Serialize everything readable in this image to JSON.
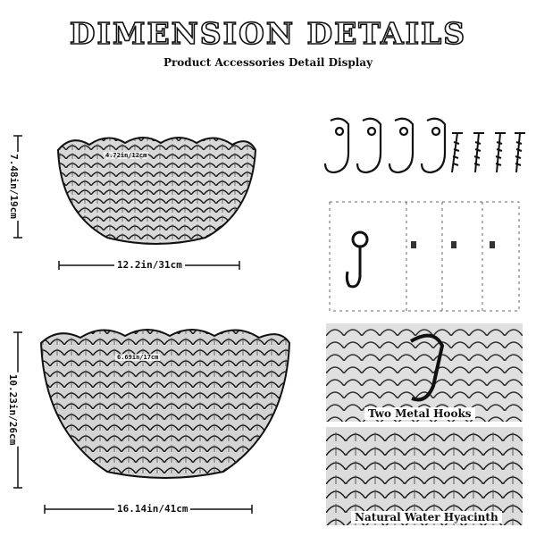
{
  "header": {
    "title": "DIMENSION DETAILS",
    "subtitle": "Product Accessories Detail Display"
  },
  "small_basket": {
    "height_label": "7.48in/19cm",
    "width_label": "12.2in/31cm",
    "depth_label": "4.72in/12cm"
  },
  "large_basket": {
    "height_label": "10.23in/26cm",
    "width_label": "16.14in/41cm",
    "depth_label": "6.69in/17cm"
  },
  "accessories": {
    "hooks_caption": "Two Metal Hooks",
    "material_caption": "Natural Water Hyacinth"
  }
}
